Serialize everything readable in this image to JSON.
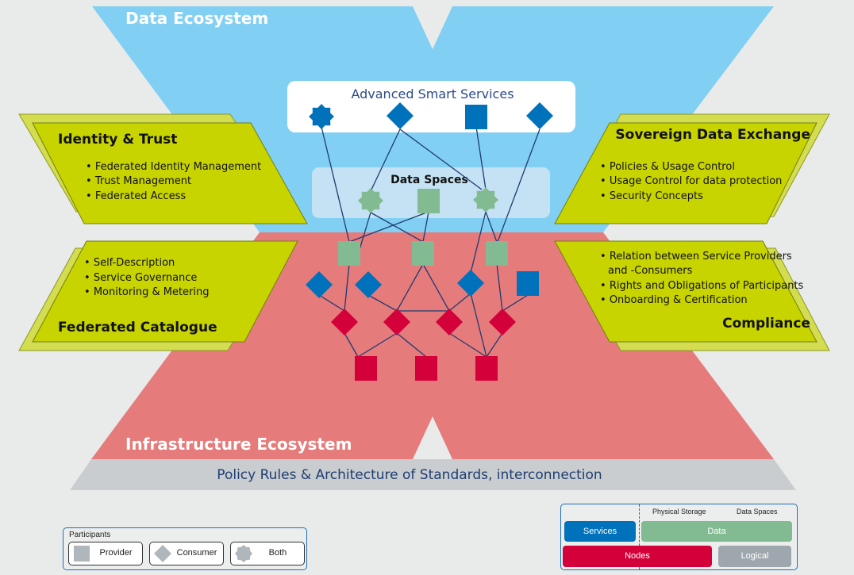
{
  "ecosystems": {
    "data": "Data Ecosystem",
    "infrastructure": "Infrastructure Ecosystem"
  },
  "policy_bar": "Policy Rules & Architecture of Standards, interconnection",
  "advanced_smart_services": {
    "title": "Advanced Smart Services",
    "nodes": [
      "both",
      "consumer",
      "provider",
      "consumer"
    ]
  },
  "data_spaces": {
    "title": "Data Spaces",
    "nodes": [
      "both",
      "provider",
      "both"
    ]
  },
  "panels": {
    "identity_trust": {
      "title": "Identity & Trust",
      "bullets": [
        "Federated Identity Management",
        "Trust Management",
        "Federated Access"
      ]
    },
    "sovereign_data_exchange": {
      "title": "Sovereign Data Exchange",
      "bullets": [
        "Policies & Usage Control",
        "Usage Control for data protection",
        "Security Concepts"
      ]
    },
    "federated_catalogue": {
      "title": "Federated Catalogue",
      "bullets": [
        "Self-Description",
        "Service Governance",
        "Monitoring & Metering"
      ]
    },
    "compliance": {
      "title": "Compliance",
      "bullets": [
        "Relation between Service Providers",
        "and -Consumers",
        "Rights and Obligations of Participants",
        "Onboarding & Certification"
      ]
    }
  },
  "legend_participants": {
    "title": "Participants",
    "items": [
      {
        "label": "Provider",
        "shape": "square"
      },
      {
        "label": "Consumer",
        "shape": "diamond"
      },
      {
        "label": "Both",
        "shape": "star"
      }
    ]
  },
  "legend_layers": {
    "headers": [
      "Physical Storage",
      "Data Spaces"
    ],
    "items": {
      "services": "Services",
      "data": "Data",
      "nodes": "Nodes",
      "logical": "Logical"
    }
  },
  "colors": {
    "data_ecosystem": "#82cff4",
    "infrastructure_ecosystem": "#e57b7b",
    "policy_bar": "#c9cdd0",
    "panel": "#c8d400",
    "services": "#0071bb",
    "data": "#82ba91",
    "nodes": "#d3003a",
    "logical": "#9ea7ae",
    "link": "#1f3b70"
  }
}
